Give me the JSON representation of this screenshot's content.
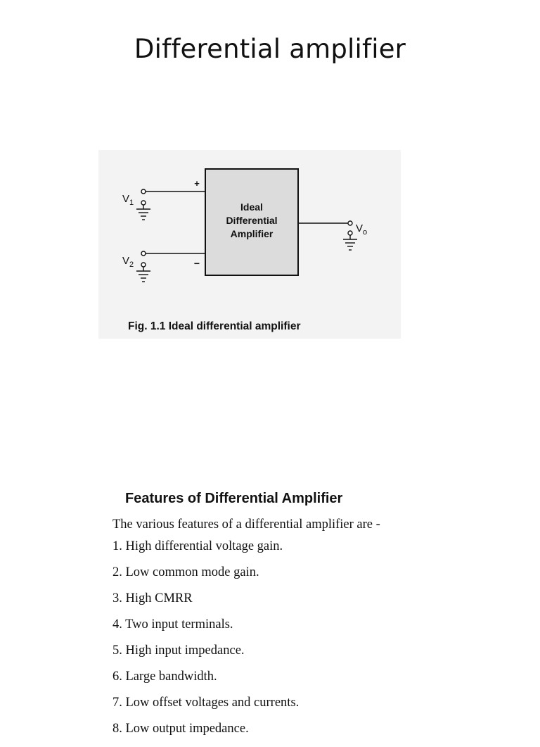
{
  "slide": {
    "title": "Differential amplifier"
  },
  "figure": {
    "box_lines": [
      "Ideal",
      "Differential",
      "Amplifier"
    ],
    "plus_sign": "+",
    "minus_sign": "−",
    "input1_label": "V",
    "input1_sub": "1",
    "input2_label": "V",
    "input2_sub": "2",
    "output_label": "V",
    "output_sub": "o",
    "caption": "Fig. 1.1 Ideal differential amplifier"
  },
  "features": {
    "heading": "Features of Differential Amplifier",
    "intro": "The various features of a differential amplifier are -",
    "items": [
      "1. High differential voltage gain.",
      "2. Low common mode gain.",
      "3. High CMRR",
      "4. Two input terminals.",
      "5. High input impedance.",
      "6. Large bandwidth.",
      "7. Low offset voltages and currents.",
      "8. Low output impedance."
    ]
  }
}
